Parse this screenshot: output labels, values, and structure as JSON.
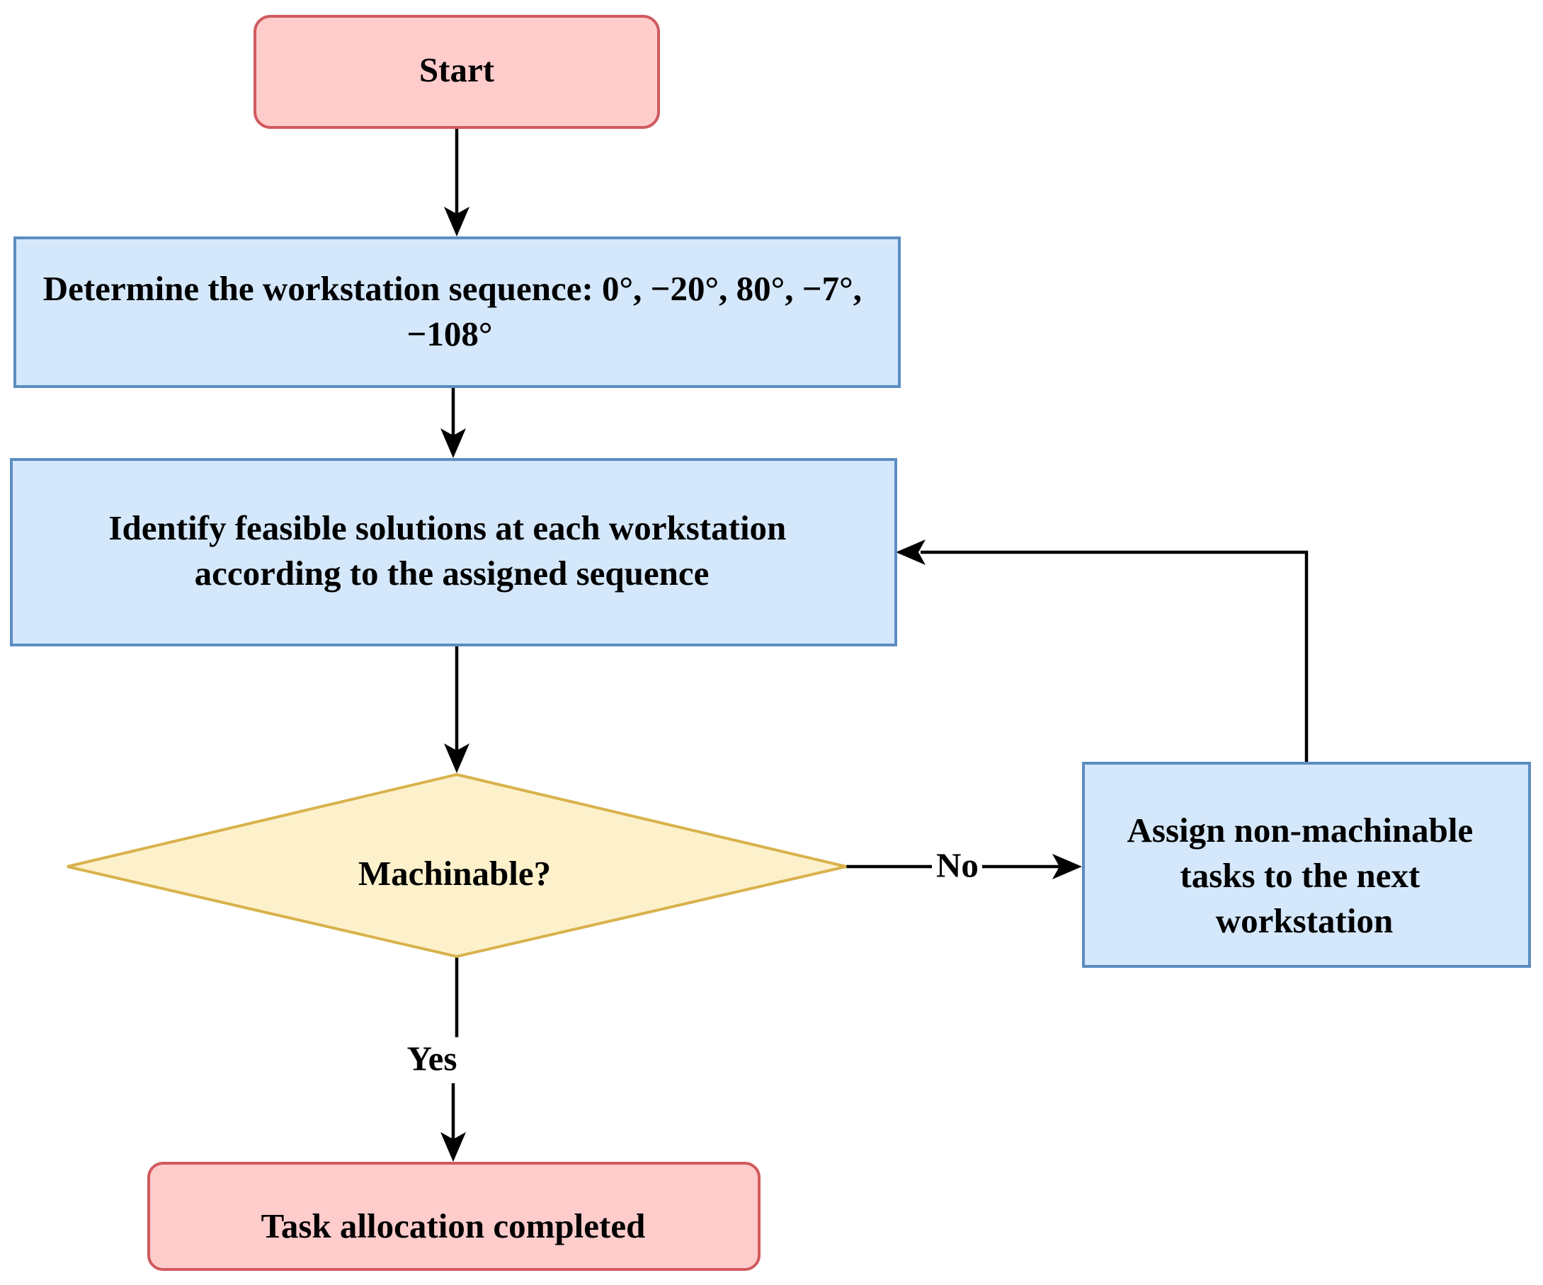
{
  "colors": {
    "terminal_fill": "#ffcccc",
    "terminal_stroke": "#d05a5e",
    "process_fill": "#d4e7fb",
    "process_stroke": "#5b8dc0",
    "decision_fill": "#fdf1cb",
    "decision_stroke": "#d8b24c",
    "connector": "#000000"
  },
  "nodes": {
    "start": {
      "lines": [
        "Start"
      ]
    },
    "sequence": {
      "lines": [
        "Determine the workstation sequence: 0°, −20°, 80°, −7°,",
        "−108°"
      ]
    },
    "identify": {
      "lines": [
        "Identify feasible solutions at each workstation",
        "according to the assigned sequence"
      ]
    },
    "decision": {
      "lines": [
        "Machinable?"
      ]
    },
    "assign": {
      "lines": [
        "Assign non-machinable",
        "tasks to the next",
        "workstation"
      ]
    },
    "end": {
      "lines": [
        "Task allocation completed"
      ]
    }
  },
  "edges": {
    "no_label": "No",
    "yes_label": "Yes"
  }
}
